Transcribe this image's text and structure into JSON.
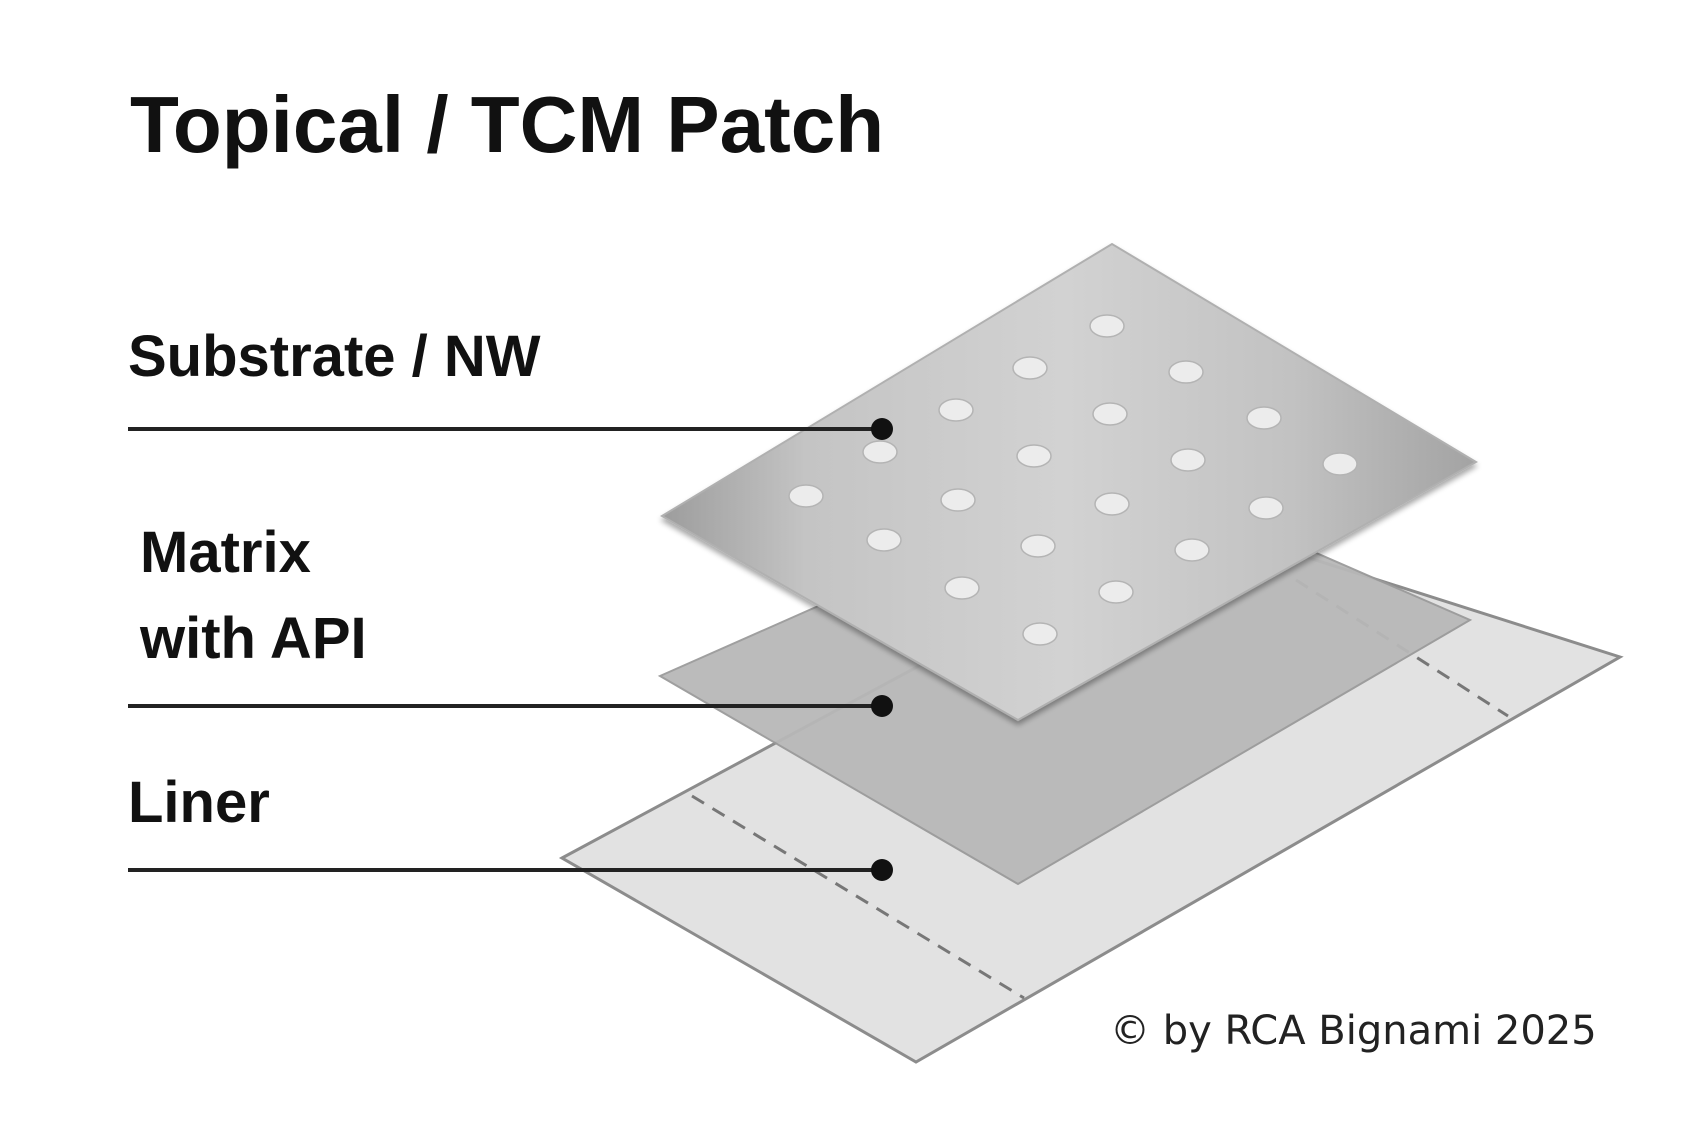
{
  "title": "Topical / TCM Patch",
  "labels": {
    "substrate": "Substrate / NW",
    "matrix_line1": "Matrix",
    "matrix_line2": "with API",
    "liner": "Liner"
  },
  "copyright": "© by RCA Bignami 2025",
  "colors": {
    "liner_fill": "#e2e2e2",
    "matrix_fill": "#b8b8b8",
    "substrate_light": "#d2d2d2",
    "substrate_dark": "#a6a6a6",
    "hole_fill": "#ececec",
    "text": "#111111"
  }
}
